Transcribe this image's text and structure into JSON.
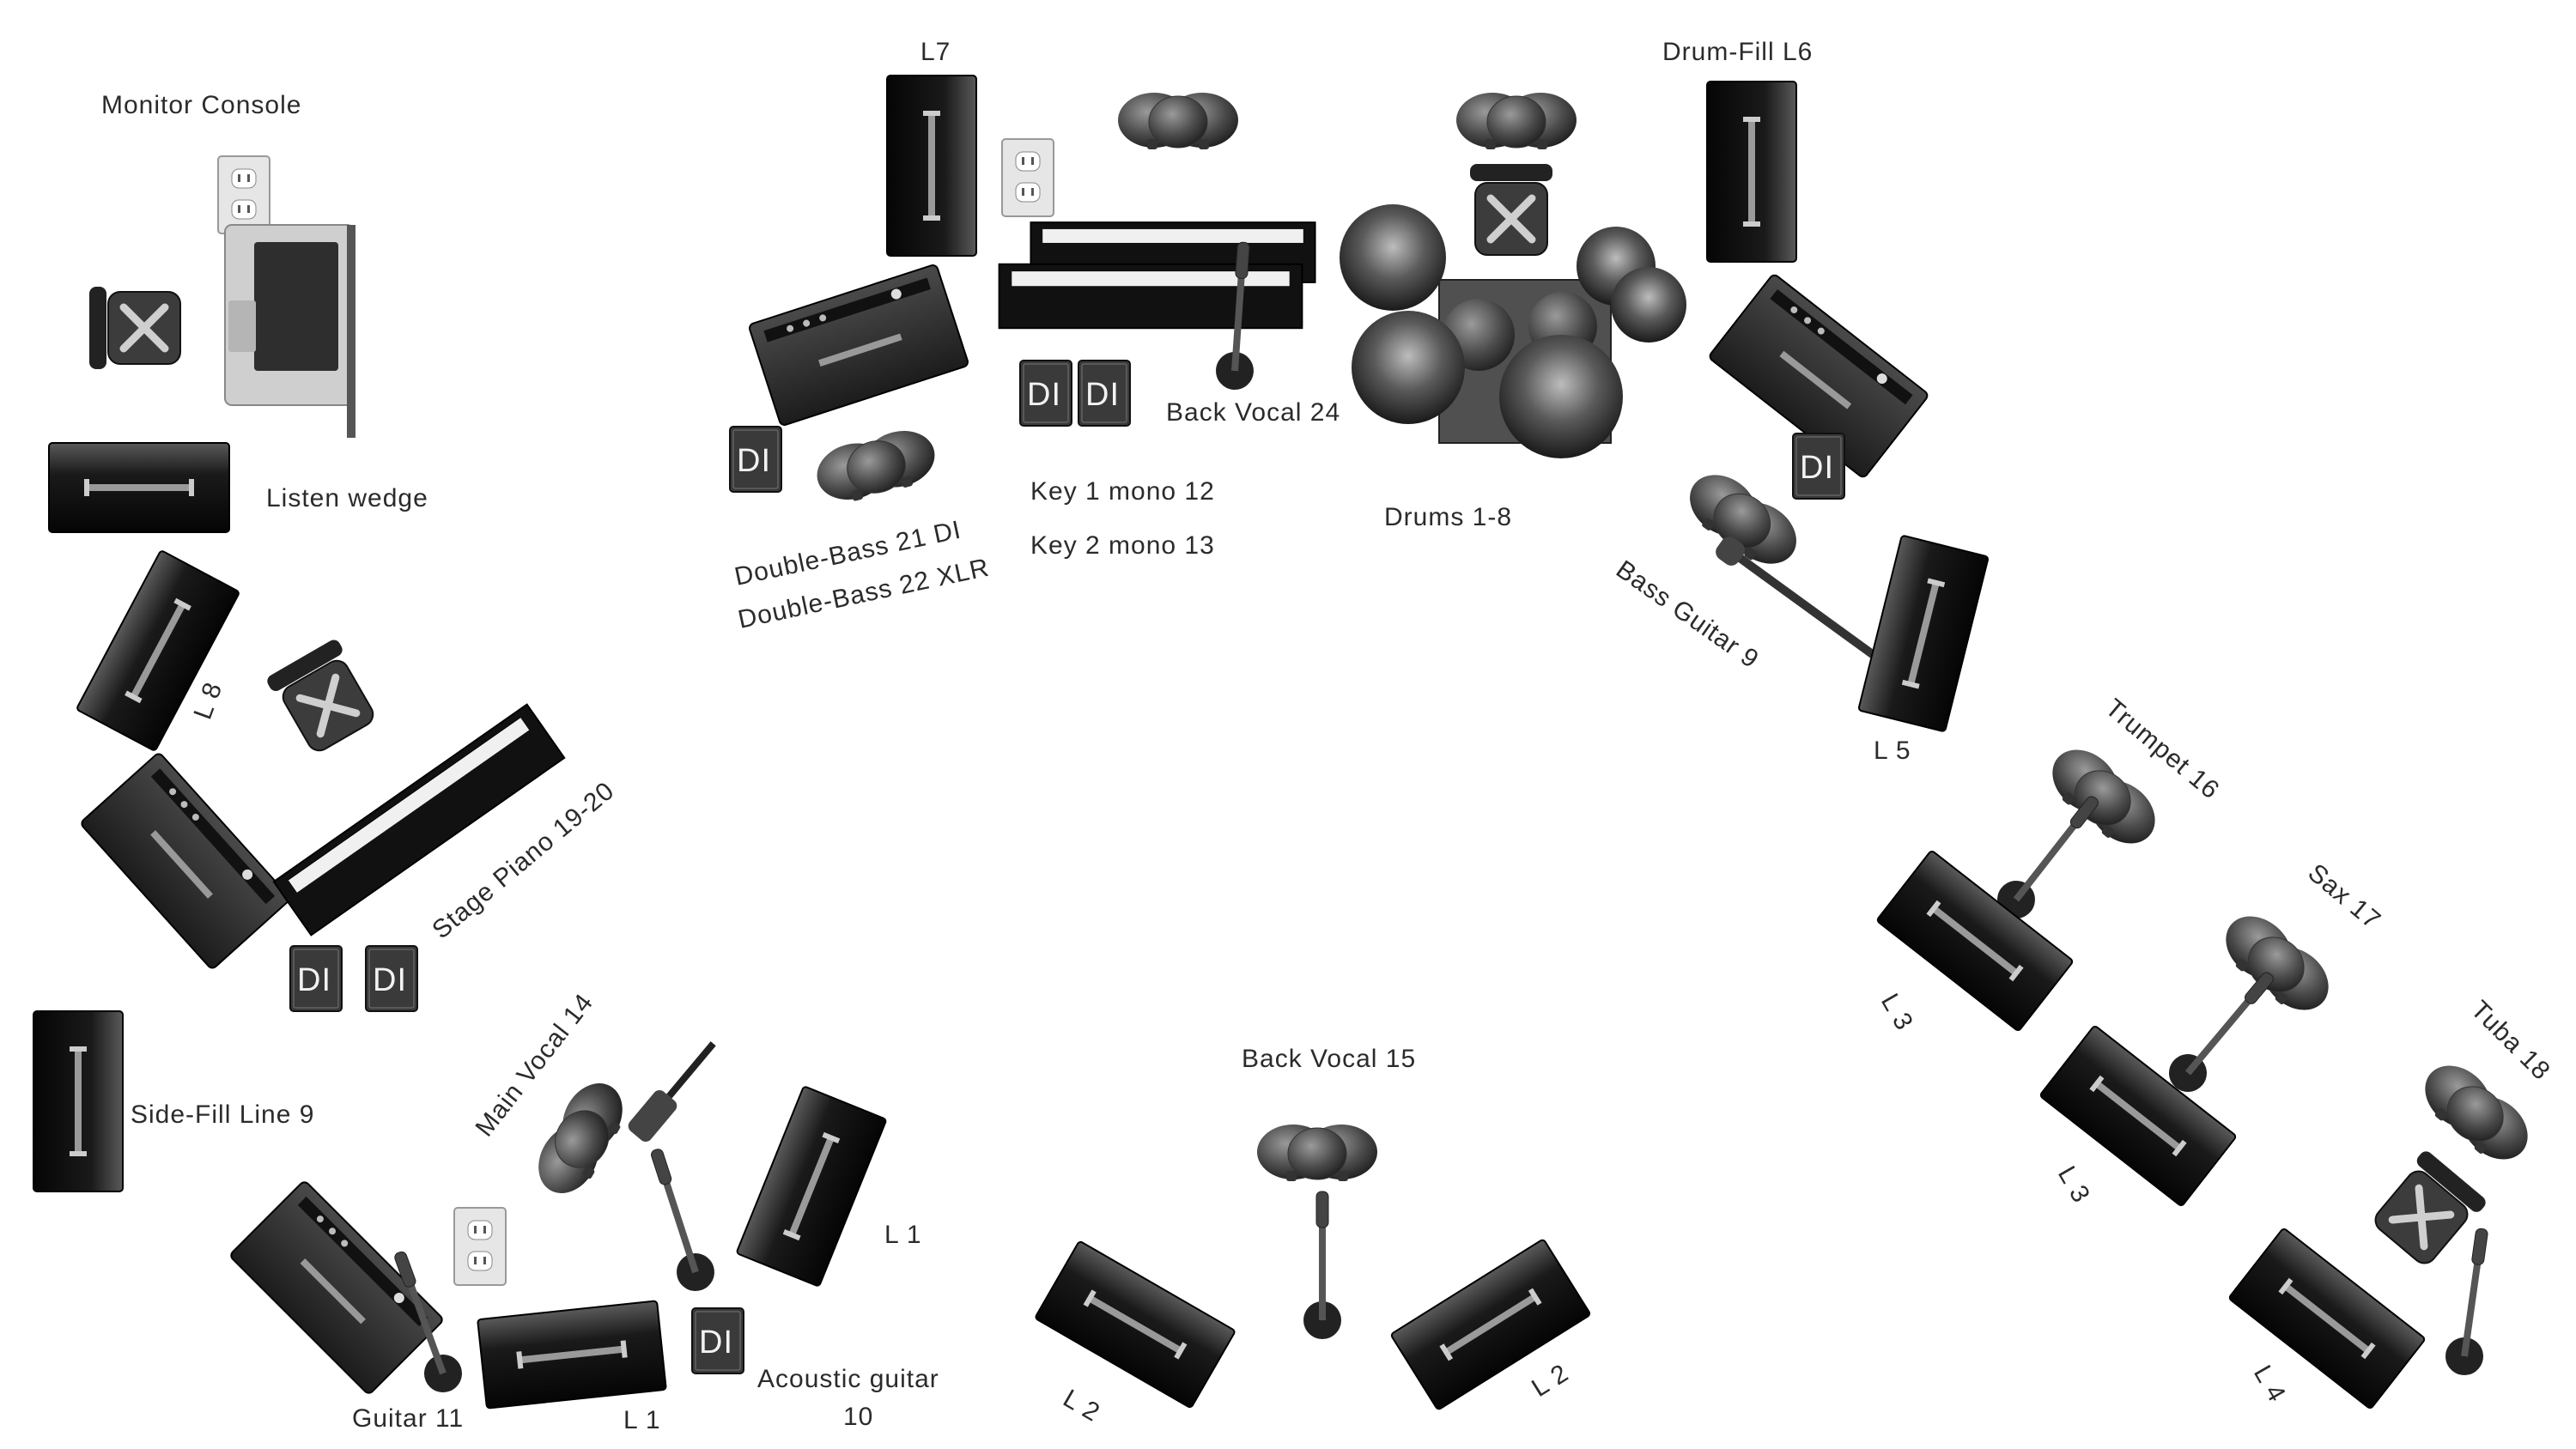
{
  "labels": {
    "monitor_console": "Monitor Console",
    "listen_wedge": "Listen wedge",
    "l8": "L 8",
    "stage_piano": "Stage Piano 19-20",
    "side_fill": "Side-Fill Line 9",
    "main_vocal": "Main Vocal 14",
    "guitar": "Guitar 11",
    "l1_bottom": "L 1",
    "l1_right": "L 1",
    "acoustic_line1": "Acoustic guitar",
    "acoustic_line2": "10",
    "back_vocal_15": "Back Vocal 15",
    "l2_left": "L 2",
    "l2_right": "L 2",
    "l7": "L7",
    "double_bass_1": "Double-Bass 21 DI",
    "double_bass_2": "Double-Bass 22 XLR",
    "key1": "Key 1 mono 12",
    "key2": "Key 2 mono 13",
    "back_vocal_24": "Back Vocal 24",
    "drums": "Drums 1-8",
    "drum_fill": "Drum-Fill L6",
    "bass_guitar": "Bass Guitar 9",
    "l5": "L 5",
    "trumpet": "Trumpet 16",
    "sax": "Sax 17",
    "tuba": "Tuba 18",
    "l3_upper": "L 3",
    "l3_lower": "L 3",
    "l4": "L 4"
  },
  "di_label": "DI",
  "colors": {
    "background": "#ffffff",
    "text": "#2b2b2b",
    "gear_dark": "#111111",
    "gear_mid": "#3a3a3a"
  }
}
